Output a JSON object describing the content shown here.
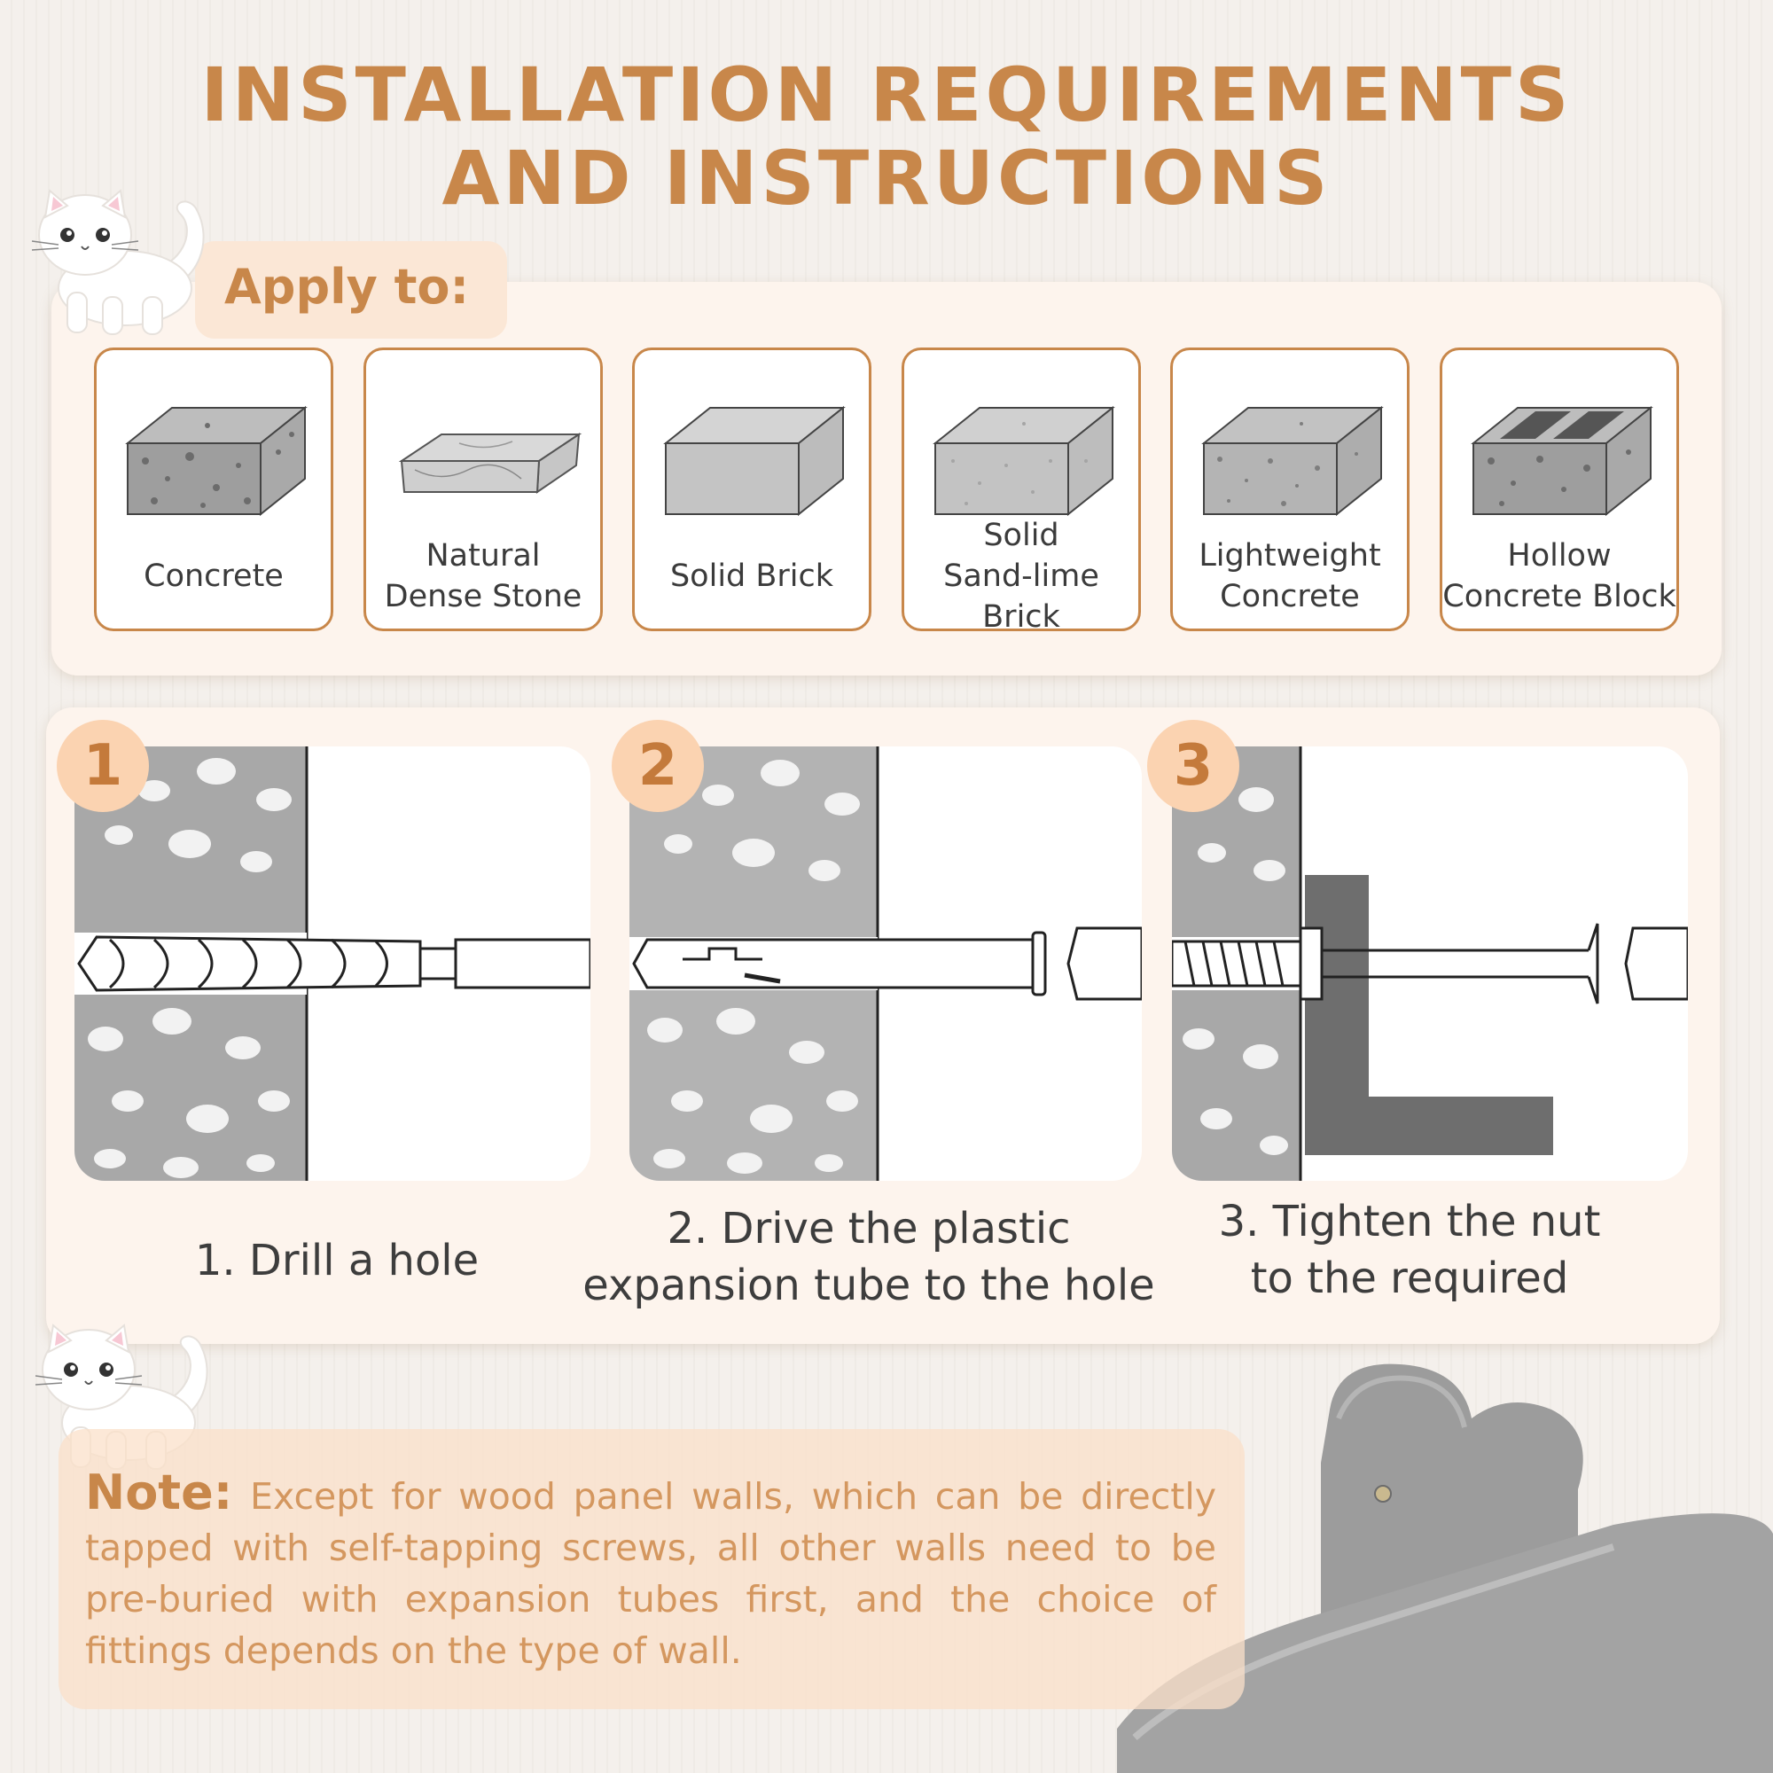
{
  "title": {
    "line1": "INSTALLATION REQUIREMENTS",
    "line2": "AND INSTRUCTIONS"
  },
  "apply": {
    "label": "Apply to:",
    "materials": [
      {
        "label": "Concrete"
      },
      {
        "label": "Natural\nDense Stone"
      },
      {
        "label": "Solid Brick"
      },
      {
        "label": "Solid\nSand-lime Brick"
      },
      {
        "label": "Lightweight\nConcrete"
      },
      {
        "label": "Hollow\nConcrete Block"
      }
    ]
  },
  "steps": [
    {
      "number": "1",
      "caption": "1. Drill a hole"
    },
    {
      "number": "2",
      "caption": "2. Drive the plastic\nexpansion tube to the hole"
    },
    {
      "number": "3",
      "caption": "3. Tighten the nut\nto the required"
    }
  ],
  "note": {
    "label": "Note:",
    "text": " Except for wood panel walls, which can be directly tapped with self-tapping screws, all other walls need to be pre-buried with expansion tubes first, and the choice of fittings depends on the type of wall."
  },
  "colors": {
    "accent": "#c8874a",
    "panel": "#fdf4ed",
    "badge": "#fbd3b1",
    "note_box": "#fbe0ca"
  }
}
